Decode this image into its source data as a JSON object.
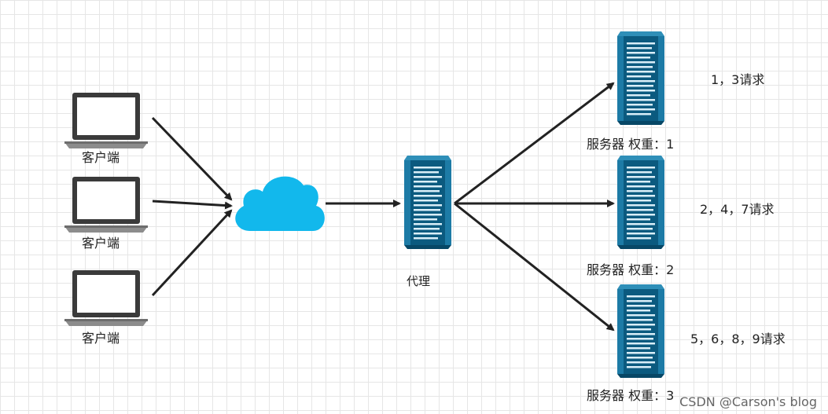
{
  "clients": [
    {
      "label": "客户端"
    },
    {
      "label": "客户端"
    },
    {
      "label": "客户端"
    }
  ],
  "proxy": {
    "label": "代理"
  },
  "servers": [
    {
      "label": "服务器 权重：1",
      "requests": "1，3请求"
    },
    {
      "label": "服务器 权重：2",
      "requests": "2，4，7请求"
    },
    {
      "label": "服务器 权重：3",
      "requests": "5，6，8，9请求"
    }
  ],
  "watermark": "CSDN @Carson's  blog",
  "colors": {
    "cloud": "#12b8ec",
    "server_dark": "#0b5a7f",
    "server_light": "#2f8fb8",
    "arrow": "#222222",
    "laptop_frame": "#3a3a3a"
  }
}
